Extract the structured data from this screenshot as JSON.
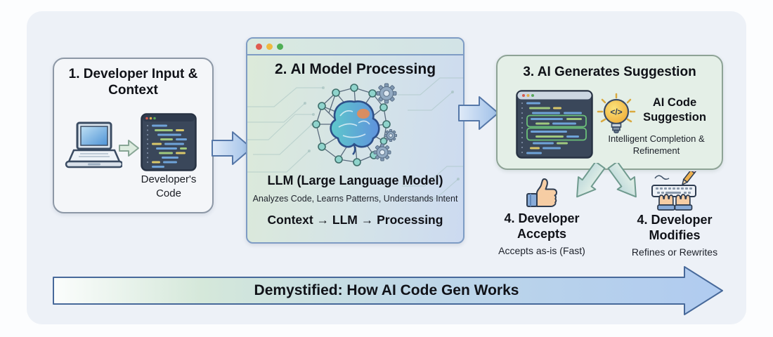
{
  "colors": {
    "arrow_blue": "#a9c6ea",
    "arrow_teal": "#d8e9dd",
    "window_border": "#7e9cc4",
    "traffic_red": "#e05c50",
    "traffic_yellow": "#efb93f",
    "traffic_green": "#4fae55",
    "editor_bg": "#3a475a",
    "suggestion_outline": "#6cc07a",
    "bulb_yellow": "#f2b83c"
  },
  "steps": {
    "input": {
      "title": "1. Developer Input & Context",
      "caption": "Developer's Code"
    },
    "processing": {
      "title": "2. AI Model Processing",
      "model": "LLM (Large Language Model)",
      "detail": "Analyzes Code, Learns Patterns, Understands Intent",
      "flow": "Context → LLM → Processing"
    },
    "suggestion": {
      "title": "3. AI Generates Suggestion",
      "label": "AI Code Suggestion",
      "detail": "Intelligent Completion & Refinement"
    },
    "accepts": {
      "title": "4. Developer Accepts",
      "detail": "Accepts as-is (Fast)"
    },
    "modifies": {
      "title": "4. Developer Modifies",
      "detail": "Refines or Rewrites"
    }
  },
  "banner": {
    "text": "Demystified: How AI Code Gen Works"
  }
}
